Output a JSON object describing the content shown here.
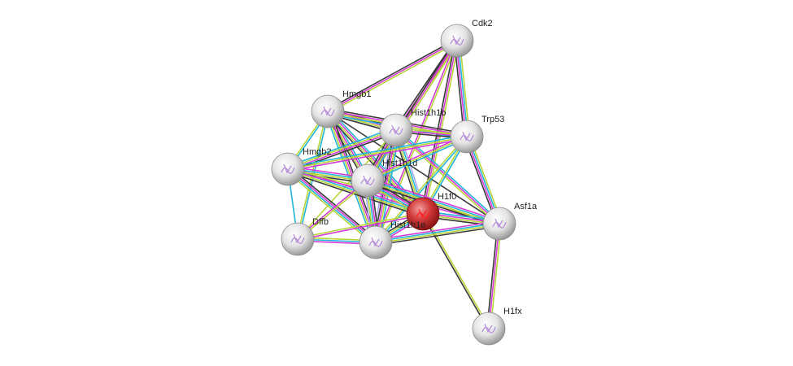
{
  "evidence_colors": {
    "database": "#22b5d8",
    "experiments": "#d63ad6",
    "textmining": "#b8d638",
    "coexpression": "#3a3a3a",
    "homology": "#a8a8f0"
  },
  "query_node_color": "#cc2a2a",
  "nodes": [
    {
      "id": "Cdk2",
      "label": "Cdk2"
    },
    {
      "id": "Hmgb1",
      "label": "Hmgb1"
    },
    {
      "id": "Hist1h1b",
      "label": "Hist1h1b"
    },
    {
      "id": "Trp53",
      "label": "Trp53"
    },
    {
      "id": "Hmgb2",
      "label": "Hmgb2"
    },
    {
      "id": "Hist1h1d",
      "label": "Hist1h1d"
    },
    {
      "id": "H1f0",
      "label": "H1f0",
      "query": true
    },
    {
      "id": "Asf1a",
      "label": "Asf1a"
    },
    {
      "id": "Dffb",
      "label": "Dffb"
    },
    {
      "id": "Hist1h1e",
      "label": "Hist1h1e"
    },
    {
      "id": "H1fx",
      "label": "H1fx"
    }
  ],
  "edges": [
    [
      "Cdk2",
      "Hmgb1",
      [
        "textmining",
        "experiments",
        "coexpression"
      ]
    ],
    [
      "Cdk2",
      "Hist1h1b",
      [
        "textmining",
        "experiments",
        "coexpression"
      ]
    ],
    [
      "Cdk2",
      "Hist1h1d",
      [
        "textmining",
        "experiments",
        "coexpression"
      ]
    ],
    [
      "Cdk2",
      "Hist1h1e",
      [
        "textmining",
        "experiments"
      ]
    ],
    [
      "Cdk2",
      "H1f0",
      [
        "textmining",
        "experiments",
        "coexpression"
      ]
    ],
    [
      "Cdk2",
      "Trp53",
      [
        "textmining",
        "database",
        "experiments",
        "coexpression"
      ]
    ],
    [
      "Hmgb1",
      "Hist1h1b",
      [
        "coexpression",
        "experiments",
        "textmining",
        "coexpression"
      ]
    ],
    [
      "Hmgb1",
      "Trp53",
      [
        "coexpression",
        "experiments",
        "textmining",
        "database"
      ]
    ],
    [
      "Hmgb1",
      "Hmgb2",
      [
        "database",
        "textmining"
      ]
    ],
    [
      "Hmgb1",
      "Hist1h1d",
      [
        "database",
        "experiments",
        "textmining",
        "coexpression"
      ]
    ],
    [
      "Hmgb1",
      "H1f0",
      [
        "database",
        "experiments",
        "textmining",
        "coexpression"
      ]
    ],
    [
      "Hmgb1",
      "Hist1h1e",
      [
        "coexpression",
        "experiments",
        "textmining",
        "database"
      ]
    ],
    [
      "Hmgb1",
      "Dffb",
      [
        "database",
        "textmining"
      ]
    ],
    [
      "Hmgb1",
      "Asf1a",
      [
        "coexpression"
      ]
    ],
    [
      "Hist1h1b",
      "Trp53",
      [
        "textmining",
        "experiments",
        "coexpression"
      ]
    ],
    [
      "Hist1h1b",
      "Hmgb2",
      [
        "coexpression",
        "experiments",
        "textmining",
        "database"
      ]
    ],
    [
      "Hist1h1b",
      "Hist1h1d",
      [
        "database",
        "textmining",
        "experiments",
        "coexpression"
      ]
    ],
    [
      "Hist1h1b",
      "H1f0",
      [
        "homology",
        "database",
        "textmining",
        "coexpression"
      ]
    ],
    [
      "Hist1h1b",
      "Hist1h1e",
      [
        "database",
        "textmining",
        "experiments",
        "coexpression",
        "homology"
      ]
    ],
    [
      "Hist1h1b",
      "Asf1a",
      [
        "database",
        "experiments",
        "textmining"
      ]
    ],
    [
      "Hist1h1b",
      "Dffb",
      [
        "textmining"
      ]
    ],
    [
      "Trp53",
      "Hmgb2",
      [
        "experiments",
        "textmining",
        "database"
      ]
    ],
    [
      "Trp53",
      "Hist1h1d",
      [
        "database",
        "textmining",
        "experiments"
      ]
    ],
    [
      "Trp53",
      "H1f0",
      [
        "database",
        "textmining"
      ]
    ],
    [
      "Trp53",
      "Hist1h1e",
      [
        "database",
        "textmining"
      ]
    ],
    [
      "Trp53",
      "Asf1a",
      [
        "textmining",
        "database",
        "experiments",
        "coexpression"
      ]
    ],
    [
      "Hmgb2",
      "Hist1h1d",
      [
        "experiments",
        "database",
        "textmining",
        "coexpression"
      ]
    ],
    [
      "Hmgb2",
      "H1f0",
      [
        "experiments",
        "database",
        "textmining",
        "coexpression"
      ]
    ],
    [
      "Hmgb2",
      "Hist1h1e",
      [
        "coexpression",
        "experiments",
        "database",
        "textmining"
      ]
    ],
    [
      "Hmgb2",
      "Dffb",
      [
        "database"
      ]
    ],
    [
      "Hmgb2",
      "Asf1a",
      [
        "textmining",
        "experiments"
      ]
    ],
    [
      "Hist1h1d",
      "H1f0",
      [
        "coexpression",
        "experiments",
        "database",
        "textmining"
      ]
    ],
    [
      "Hist1h1d",
      "Hist1h1e",
      [
        "coexpression",
        "experiments",
        "database",
        "textmining",
        "homology"
      ]
    ],
    [
      "Hist1h1d",
      "Asf1a",
      [
        "experiments",
        "database",
        "textmining",
        "coexpression"
      ]
    ],
    [
      "Hist1h1d",
      "Dffb",
      [
        "textmining",
        "experiments"
      ]
    ],
    [
      "H1f0",
      "Hist1h1e",
      [
        "experiments",
        "database",
        "textmining",
        "coexpression"
      ]
    ],
    [
      "H1f0",
      "Asf1a",
      [
        "database",
        "experiments",
        "textmining",
        "coexpression"
      ]
    ],
    [
      "H1f0",
      "H1fx",
      [
        "textmining",
        "coexpression"
      ]
    ],
    [
      "H1f0",
      "Dffb",
      [
        "experiments",
        "textmining"
      ]
    ],
    [
      "Hist1h1e",
      "Asf1a",
      [
        "experiments",
        "database",
        "textmining",
        "coexpression"
      ]
    ],
    [
      "Hist1h1e",
      "Dffb",
      [
        "experiments",
        "database",
        "textmining"
      ]
    ],
    [
      "Asf1a",
      "H1fx",
      [
        "textmining",
        "experiments",
        "coexpression"
      ]
    ]
  ]
}
